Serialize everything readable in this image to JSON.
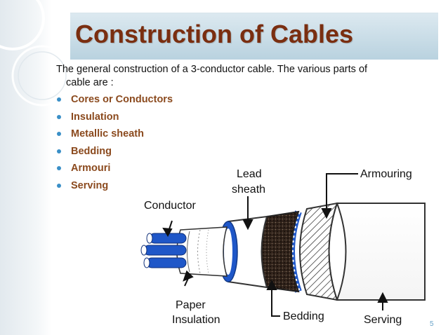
{
  "slide": {
    "title": "Construction of Cables",
    "intro_line1": "The general construction of a 3-conductor cable. The various parts of",
    "intro_line2": "cable are :",
    "bullets": [
      "Cores or Conductors",
      "Insulation",
      "Metallic sheath",
      "Bedding",
      "Armouri",
      "Serving"
    ],
    "page_number": "5"
  },
  "figure": {
    "labels": {
      "lead": "Lead",
      "sheath": "sheath",
      "armouring": "Armouring",
      "conductor": "Conductor",
      "paper": "Paper",
      "insulation": "Insulation",
      "bedding": "Bedding",
      "serving": "Serving"
    }
  },
  "colors": {
    "title": "#7a2e10",
    "bullet_text": "#8b4a1e",
    "bullet_dot": "#3a8fc7",
    "conductor": "#1f57c8"
  }
}
